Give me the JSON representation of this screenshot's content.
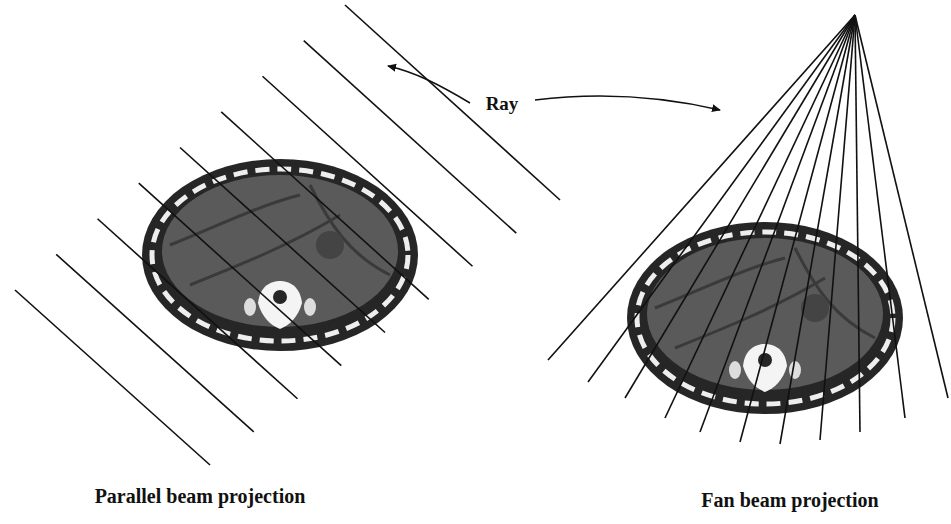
{
  "diagram": {
    "labels": [
      "Ray",
      "Parallel beam projection",
      "Fan beam projection"
    ]
  }
}
